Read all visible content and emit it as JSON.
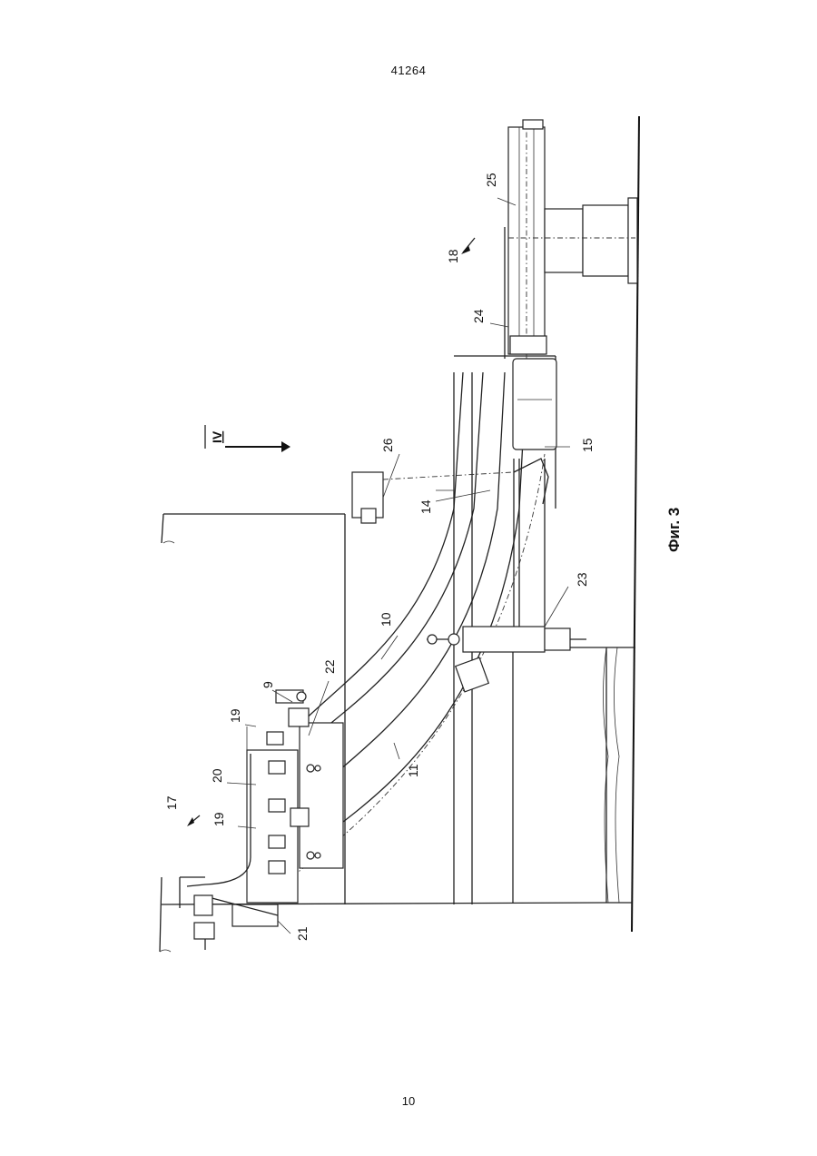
{
  "header": {
    "document_number": "41264"
  },
  "footer": {
    "page_number": "10"
  },
  "figure": {
    "caption": "Фиг. 3",
    "view_marker": "IV",
    "reference_labels": {
      "r9": "9",
      "r10": "10",
      "r11": "11",
      "r14": "14",
      "r15": "15",
      "r17": "17",
      "r18": "18",
      "r19a": "19",
      "r19b": "19",
      "r20": "20",
      "r21": "21",
      "r22": "22",
      "r23": "23",
      "r24": "24",
      "r25": "25",
      "r26": "26"
    }
  }
}
